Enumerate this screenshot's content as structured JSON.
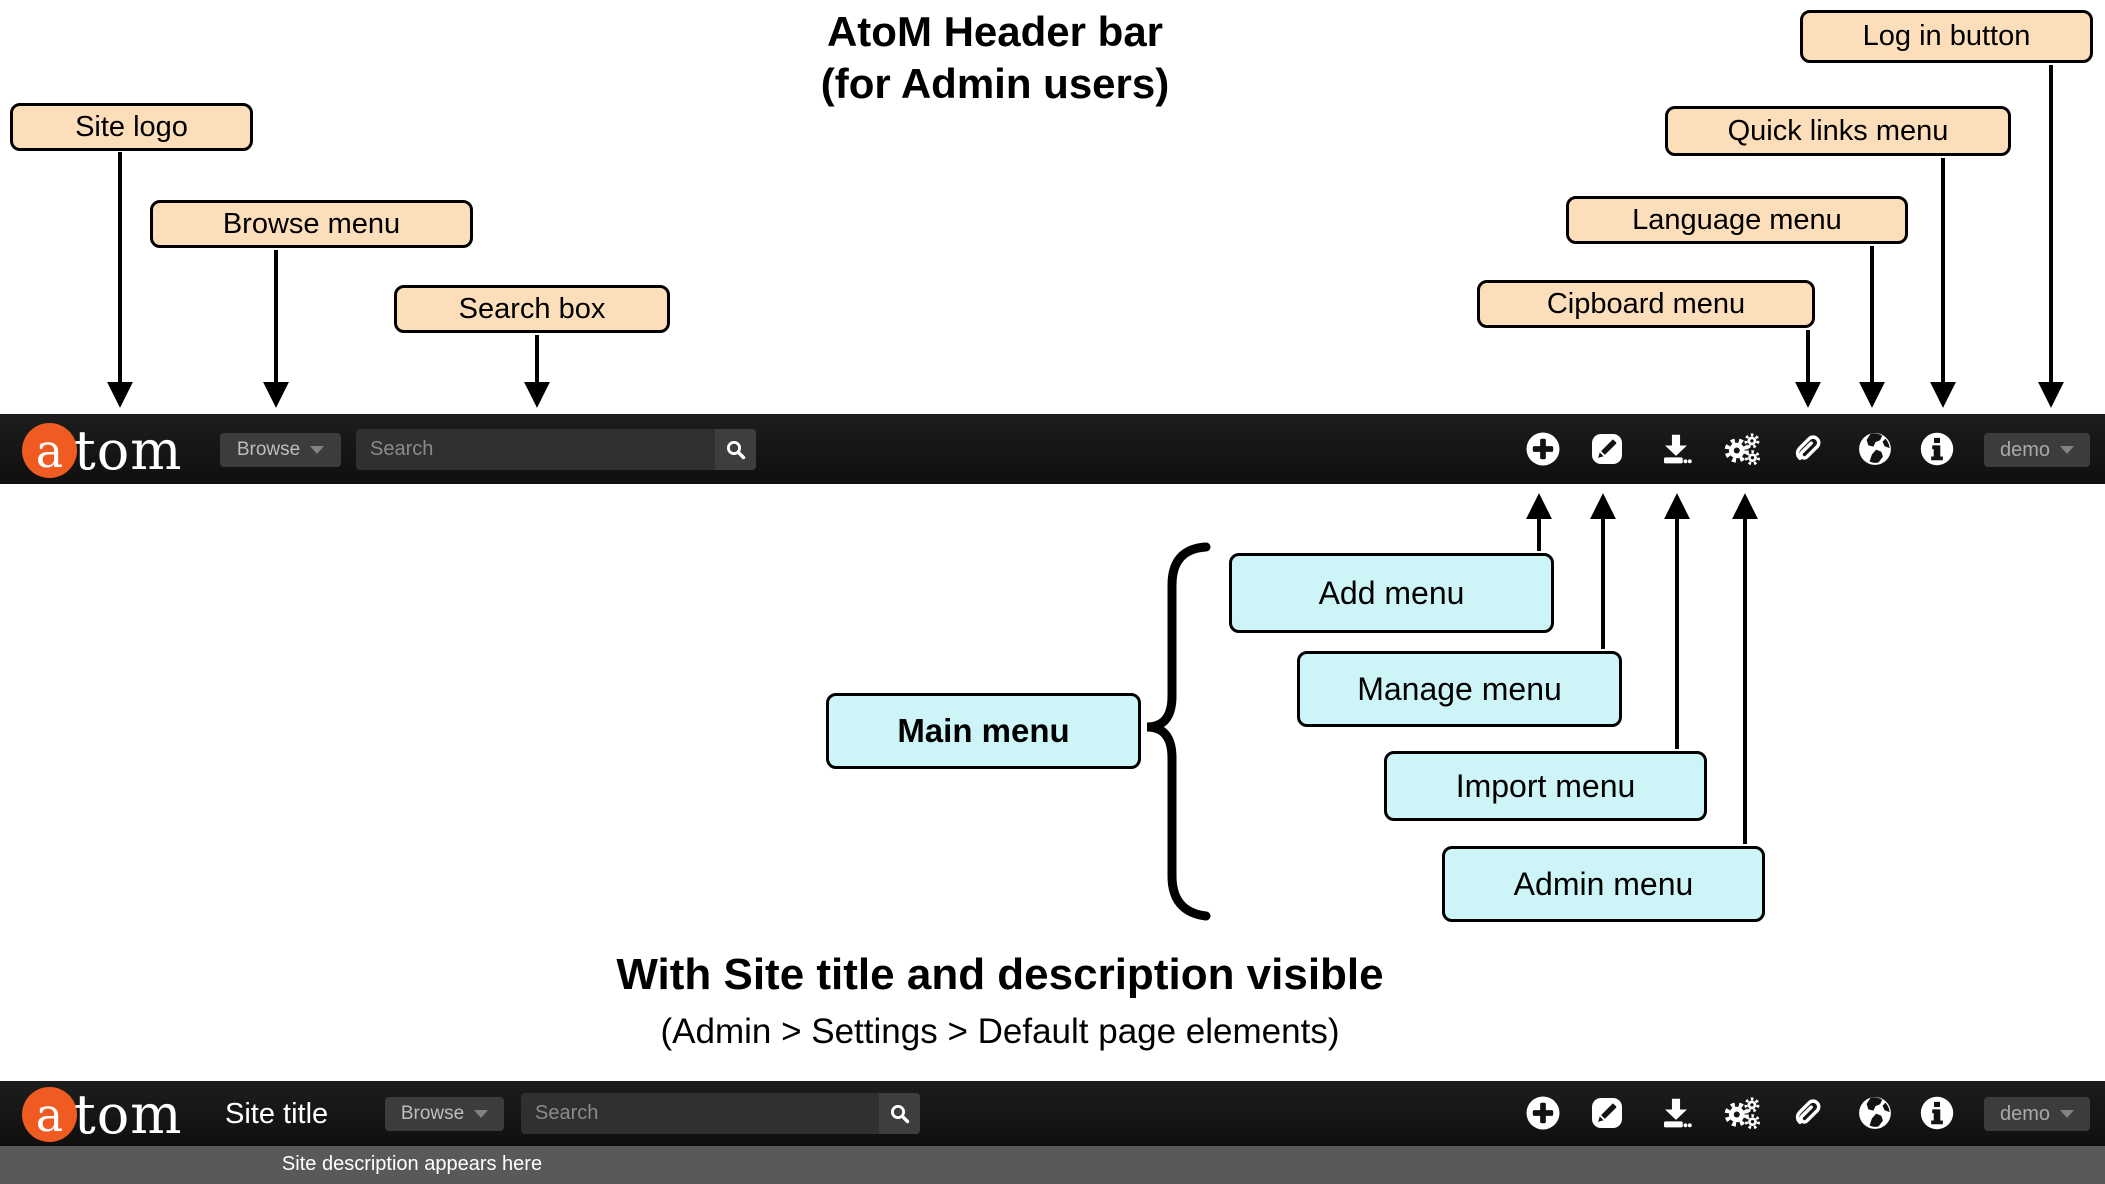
{
  "titles": {
    "header_title_line1": "AtoM Header bar",
    "header_title_line2": "(for Admin users)",
    "section2_title": "With Site title and description visible",
    "section2_subtitle": "(Admin > Settings > Default page elements)"
  },
  "callouts": {
    "site_logo": "Site logo",
    "browse_menu": "Browse menu",
    "search_box": "Search box",
    "clipboard_menu": "Cipboard menu",
    "language_menu": "Language menu",
    "quick_links_menu": "Quick links menu",
    "log_in_button": "Log in button",
    "main_menu": "Main menu",
    "add_menu": "Add menu",
    "manage_menu": "Manage menu",
    "import_menu": "Import menu",
    "admin_menu": "Admin menu"
  },
  "header": {
    "logo_a": "a",
    "logo_tom": "tom",
    "browse_label": "Browse",
    "search_placeholder": "Search",
    "user_label": "demo",
    "icons": [
      "plus-circle-icon",
      "pencil-square-icon",
      "download-icon",
      "gears-icon",
      "paperclip-icon",
      "globe-icon",
      "info-circle-icon",
      "search-icon"
    ]
  },
  "header2": {
    "site_title": "Site title",
    "site_description": "Site description appears here"
  },
  "colors": {
    "bar_background": "#141414",
    "logo_orange": "#f05b22",
    "peach_callout": "#fcdfba",
    "cyan_callout": "#cdf5f8",
    "description_strip": "#59595b",
    "button_gray": "#3c3c3c"
  }
}
